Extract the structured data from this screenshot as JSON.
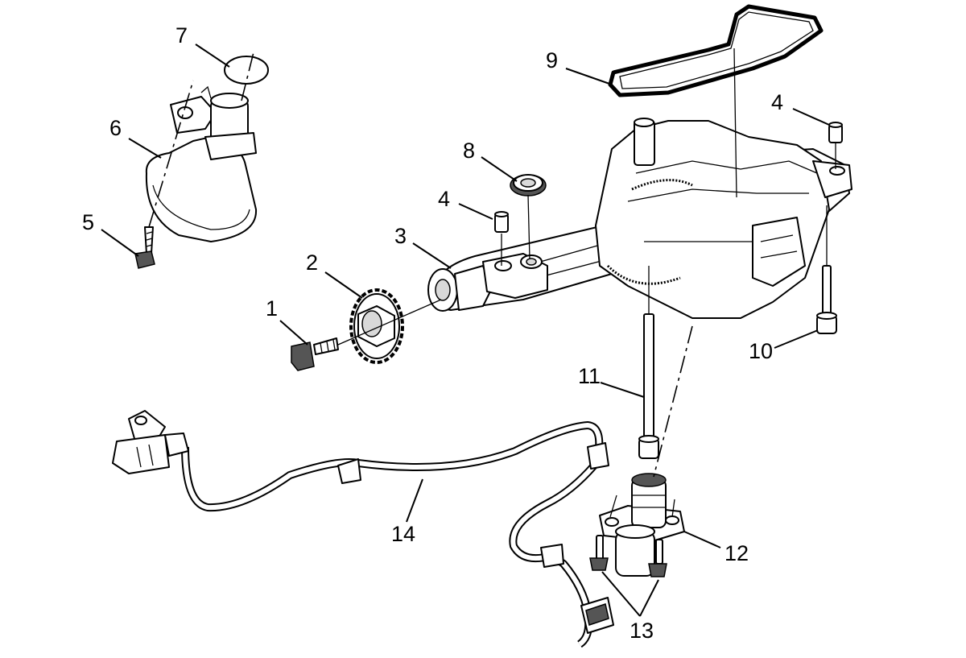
{
  "callouts": [
    {
      "id": "1",
      "label": "1"
    },
    {
      "id": "2",
      "label": "2"
    },
    {
      "id": "3",
      "label": "3"
    },
    {
      "id": "4a",
      "label": "4"
    },
    {
      "id": "4b",
      "label": "4"
    },
    {
      "id": "5",
      "label": "5"
    },
    {
      "id": "6",
      "label": "6"
    },
    {
      "id": "7",
      "label": "7"
    },
    {
      "id": "8",
      "label": "8"
    },
    {
      "id": "9",
      "label": "9"
    },
    {
      "id": "10",
      "label": "10"
    },
    {
      "id": "11",
      "label": "11"
    },
    {
      "id": "12",
      "label": "12"
    },
    {
      "id": "13",
      "label": "13"
    },
    {
      "id": "14",
      "label": "14"
    }
  ]
}
